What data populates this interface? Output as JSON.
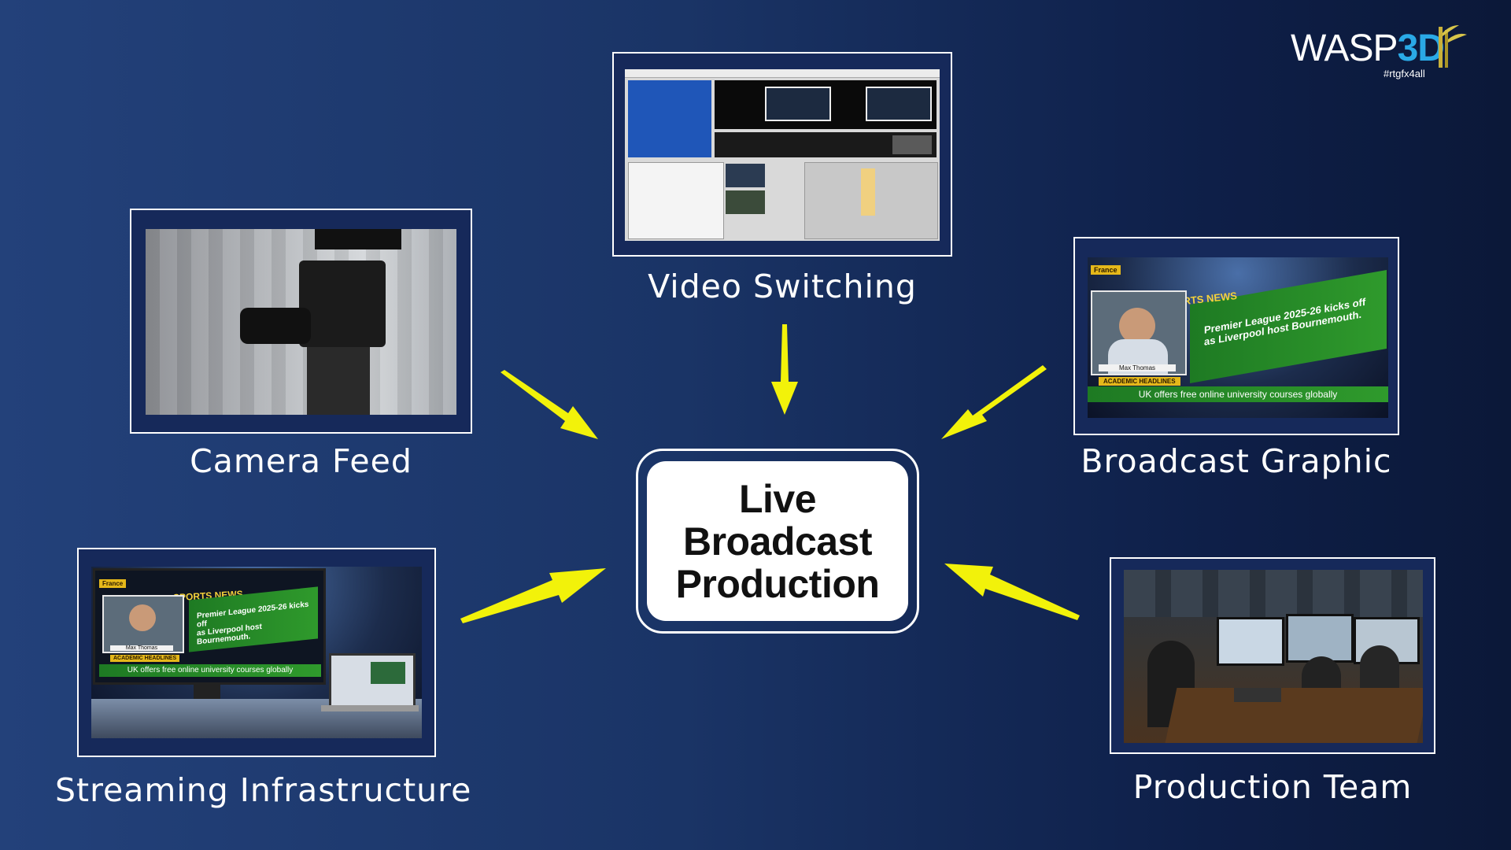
{
  "logo": {
    "brand_main": "WASP",
    "brand_accent": "3D",
    "hashtag": "#rtgfx4all"
  },
  "center": {
    "line1": "Live",
    "line2": "Broadcast",
    "line3": "Production"
  },
  "nodes": {
    "video_switching": {
      "caption": "Video Switching"
    },
    "camera_feed": {
      "caption": "Camera Feed"
    },
    "broadcast_graphic": {
      "caption": "Broadcast Graphic",
      "country_tag": "France",
      "section": "SPORTS NEWS",
      "headline_line1": "Premier League 2025-26 kicks off",
      "headline_line2": "as Liverpool host Bournemouth.",
      "person_name": "Max Thomas",
      "ticker_label": "ACADEMIC HEADLINES",
      "ticker_text": "UK offers free online university courses globally"
    },
    "streaming_infrastructure": {
      "caption": "Streaming Infrastructure",
      "country_tag": "France",
      "section": "SPORTS NEWS",
      "headline_line1": "Premier League 2025-26 kicks off",
      "headline_line2": "as Liverpool host Bournemouth.",
      "person_name": "Max Thomas",
      "ticker_label": "ACADEMIC HEADLINES",
      "ticker_text": "UK offers free online university courses globally"
    },
    "production_team": {
      "caption": "Production Team"
    }
  },
  "colors": {
    "arrow": "#f2f20a",
    "frame": "#ffffff",
    "background_left": "#23417a",
    "background_right": "#0b1838",
    "logo_accent": "#2aa9e6"
  }
}
